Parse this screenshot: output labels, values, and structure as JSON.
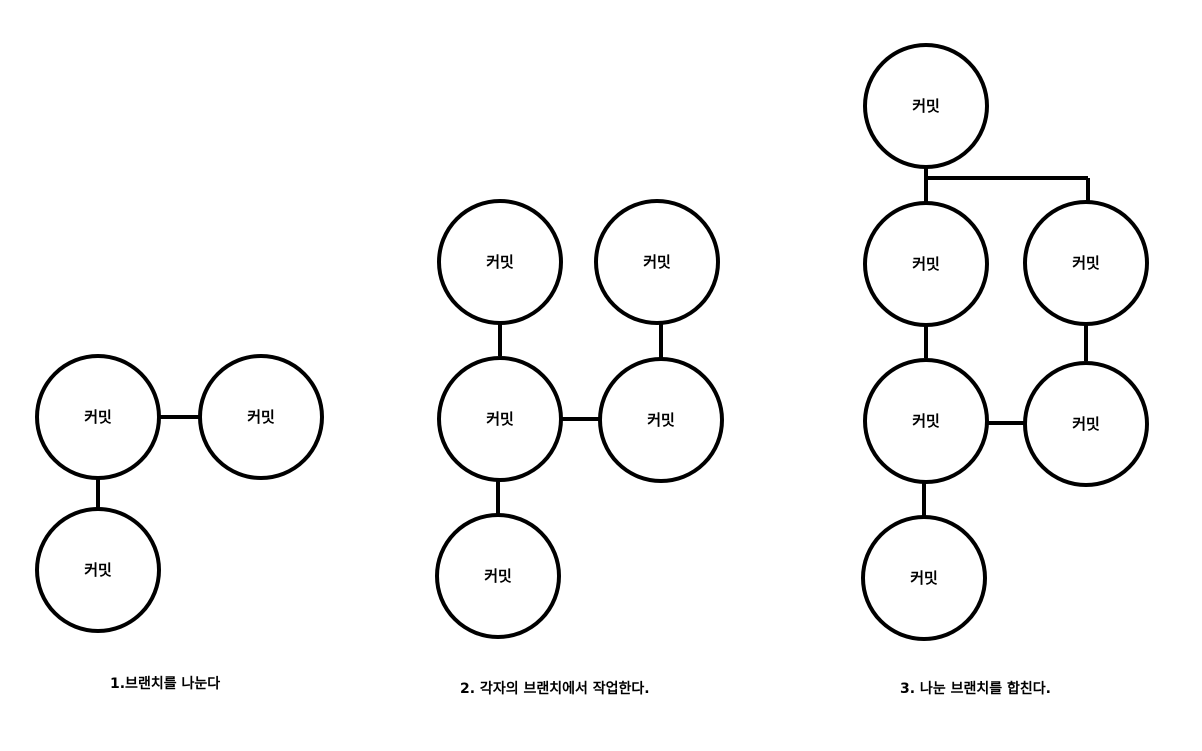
{
  "node_label": "커밋",
  "captions": {
    "step1": "1.브랜치를 나눈다",
    "step2": "2. 각자의 브랜치에서 작업한다.",
    "step3": "3. 나눈 브랜치를 합친다."
  }
}
